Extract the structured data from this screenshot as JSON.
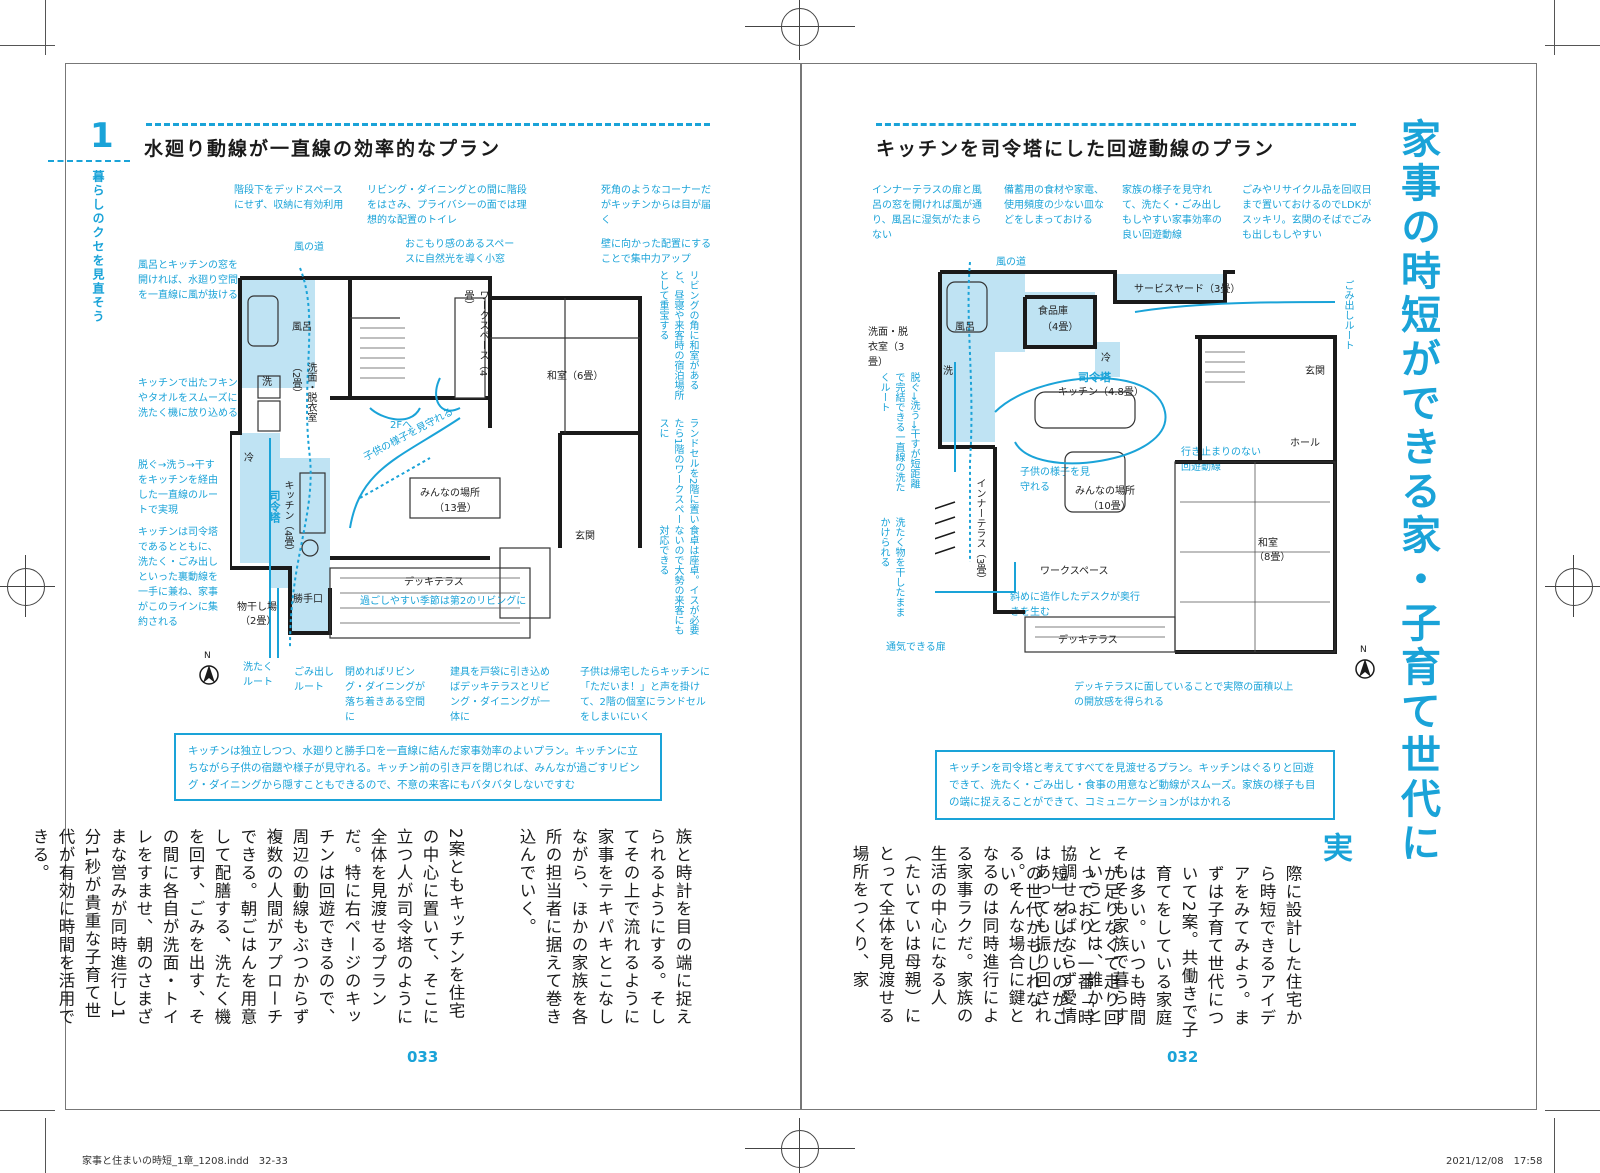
{
  "left_page": {
    "chapter_number": "1",
    "chapter_label": "暮らしのクセを見直そう",
    "heading": "水廻り動線が一直線の効率的なプラン",
    "annotations": {
      "stair": "階段下をデッドスペースにせず、収納に有効利用",
      "toilet": "リビング・ダイニングとの間に階段をはさみ、プライバシーの面では理想的な配置のトイレ",
      "corner": "死角のようなコーナーだがキッチンからは目が届く",
      "window": "おこもり感のあるスペースに自然光を導く小窓",
      "wall": "壁に向かった配置にすることで集中力アップ",
      "wind": "風の道",
      "bath_kitchen": "風呂とキッチンの窓を開ければ、水廻り空間を一直線に風が抜ける",
      "towel": "キッチンで出たフキンやタオルをスムーズに洗たく機に放り込める",
      "route": "脱ぐ→洗う→干すをキッチンを経由した一直線のルートで実現",
      "command": "キッチンは司令塔であるとともに、洗たく・ごみ出しといった裏動線を一手に兼ね、家事がこのラインに集約される",
      "washroute": "洗たくルート",
      "garbage": "ごみ出しルート",
      "sliding": "閉めればリビング・ダイニングが落ち着きある空間に",
      "fittings": "建具を戸袋に引き込めばデッキテラスとリビング・ダイニングが一体に",
      "child": "子供は帰宅したらキッチンに「ただいま！」と声を掛けて、2階の個室にランドセルをしまいにいく",
      "washitsu_note": "リビングの角に和室があると、昼寝や来客時の宿泊場所として重宝する",
      "randoseru": "ランドセルを2階に置いたら1階のワークスペースに",
      "table": "食卓は座卓。イスが必要ないので大勢の来客にも対応できる"
    },
    "rooms": {
      "bath": "風呂",
      "wash_small": "洗",
      "dressing": "洗面・脱衣室（2畳）",
      "fridge": "冷",
      "command": "司令塔",
      "kitchen": "キッチン（4畳）",
      "workspace": "ワークスペース（4畳）",
      "washitsu": "和室（6畳）",
      "to2f": "2Fへ",
      "watch": "子供の様子を見守れる",
      "minna": "みんなの場所",
      "minna_size": "（13畳）",
      "genkan": "玄関",
      "deck": "デッキテラス",
      "deck_note": "過ごしやすい季節は第2のリビングに",
      "drying": "物干し場",
      "drying_size": "（2畳）",
      "backdoor": "勝手口"
    },
    "info_box": "キッチンは独立しつつ、水廻りと勝手口を一直線に結んだ家事効率のよいプラン。キッチンに立ちながら子供の宿題や様子が見守れる。キッチン前の引き戸を閉じれば、みんなが過ごすリビング・ダイニングから隠すこともできるので、不意の来客にもバタバタしないですむ",
    "body_columns": [
      "族と時計を目の端に捉えられるようにする。そしてその上で流れるように家事をテキパキとこなしながら、ほかの家族を各所の担当者に据えて巻き込んでいく。",
      "2案ともキッチンを住宅の中心に置いて、そこに立つ人が司令塔のように全体を見渡せるプランだ。特に右ページのキッチンは回遊できるので、周辺の動線もぶつからず複数の人間がアプローチできる。朝ごはんを用意して配膳する、洗たく機を回す、ごみを出す、その間に各自が洗面・トイレをすませ、朝のさまざまな営みが同時進行し1分1秒が貴重な子育て世代が有効に時間を活用できる。"
    ],
    "page_number": "033"
  },
  "right_page": {
    "vertical_title": "家事の時短ができる家・子育て世代に",
    "heading": "キッチンを司令塔にした回遊動線のプラン",
    "annotations": {
      "inner_terrace": "インナーテラスの扉と風呂の窓を開ければ風が通り、風呂に湿気がたまらない",
      "storage": "備蓄用の食材や家電、使用頻度の少ない皿などをしまっておける",
      "watch": "家族の様子を見守れて、洗たく・ごみ出しもしやすい家事効率の良い回遊動線",
      "garbage": "ごみやリサイクル品を回収日まで置いておけるのでLDKがスッキリ。玄関のそばでごみも出しもしやすい",
      "wind": "風の道",
      "wash_route": "脱ぐ→洗う→干すが短距離で完結できる一直線の洗たくルート",
      "hang": "洗たく物を干したままかけられる",
      "garbage_route": "ごみ出しルート",
      "loop": "行き止まりのない回遊動線",
      "child": "子供の様子を見守れる",
      "desk": "斜めに造作したデスクが奥行きを生む",
      "door": "通気できる扉",
      "deck_note": "デッキテラスに面していることで実際の面積以上の開放感を得られる"
    },
    "rooms": {
      "bath": "風呂",
      "dressing": "洗面・脱衣室（3畳）",
      "wash_small": "洗",
      "pantry": "食品庫",
      "pantry_size": "（4畳）",
      "service_yard": "サービスヤード（3畳）",
      "fridge": "冷",
      "command": "司令塔",
      "kitchen": "キッチン（4.8畳）",
      "genkan": "玄関",
      "hall": "ホール",
      "minna": "みんなの場所",
      "minna_size": "（10畳）",
      "inner_terrace": "インナーテラス（3畳）",
      "workspace": "ワークスペース",
      "washitsu": "和室",
      "washitsu_size": "（8畳）",
      "deck": "デッキテラス"
    },
    "info_box": "キッチンを司令塔と考えてすべてを見渡せるプラン。キッチンはぐるりと回遊できて、洗たく・ごみ出し・食事の用意など動線がスムーズ。家族の様子も目の端に捉えることができて、コミュニケーションがはかれる",
    "drop_cap": "実",
    "body_columns": [
      "際に設計した住宅から時短できるアイデアをみてみよう。まずは子育て世代について2案。共働きで子育てをしている家庭は多い。いつも時間が足りなくて走り回っており、一番「時短」をしたいのがこの世代かもしれない。",
      "そもそも家族で暮らすということは、誰かと協調せねばならず愛情はあっても振り回される。そんな場合に鍵となるのは同時進行による家事ラクだ。家族の生活の中心になる人（たいていは母親）にとって全体を見渡せる場所をつくり、家"
    ],
    "page_number": "032"
  },
  "compass": "N",
  "footer": {
    "filename": "家事と住まいの時短_1章_1208.indd　32-33",
    "timestamp": "2021/12/08　17:58"
  },
  "colors": {
    "accent": "#1aa3d8",
    "fill": "#bfe3f3",
    "text": "#1a1a1a"
  }
}
